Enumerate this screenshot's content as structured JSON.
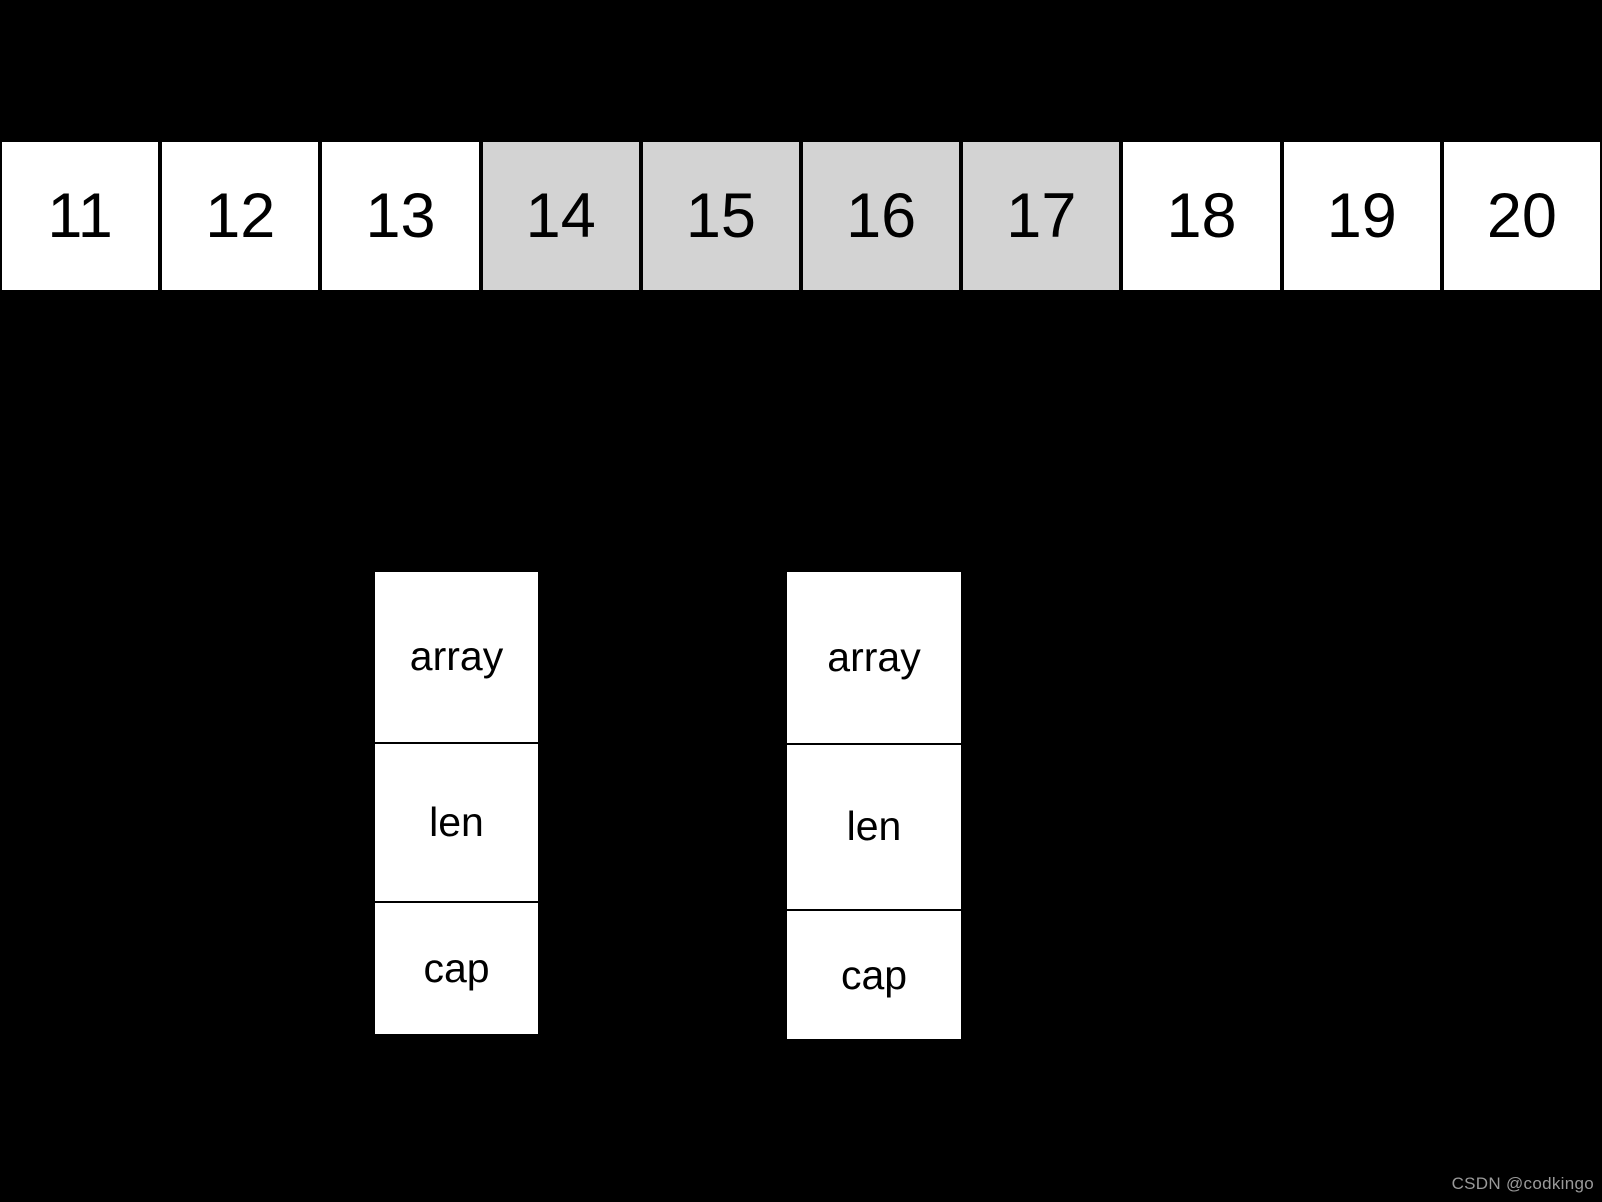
{
  "diagram": {
    "title": "go-slice-array-memory-layout",
    "background_color": "#000000",
    "cell_fill": "#FFFFFF",
    "cell_highlight_fill": "#D3D3D3",
    "stroke_color": "#000000"
  },
  "array": {
    "name": "backing-array",
    "cells": [
      {
        "value": "11",
        "highlighted": false
      },
      {
        "value": "12",
        "highlighted": false
      },
      {
        "value": "13",
        "highlighted": false
      },
      {
        "value": "14",
        "highlighted": true
      },
      {
        "value": "15",
        "highlighted": true
      },
      {
        "value": "16",
        "highlighted": true
      },
      {
        "value": "17",
        "highlighted": true
      },
      {
        "value": "18",
        "highlighted": false
      },
      {
        "value": "19",
        "highlighted": false
      },
      {
        "value": "20",
        "highlighted": false
      }
    ]
  },
  "structs": [
    {
      "name": "slice-header-left",
      "fields": [
        {
          "label": "array"
        },
        {
          "label": "len"
        },
        {
          "label": "cap"
        }
      ]
    },
    {
      "name": "slice-header-right",
      "fields": [
        {
          "label": "array"
        },
        {
          "label": "len"
        },
        {
          "label": "cap"
        }
      ]
    }
  ],
  "watermark": {
    "text": "CSDN @codkingo",
    "color": "#9a9a9a"
  }
}
